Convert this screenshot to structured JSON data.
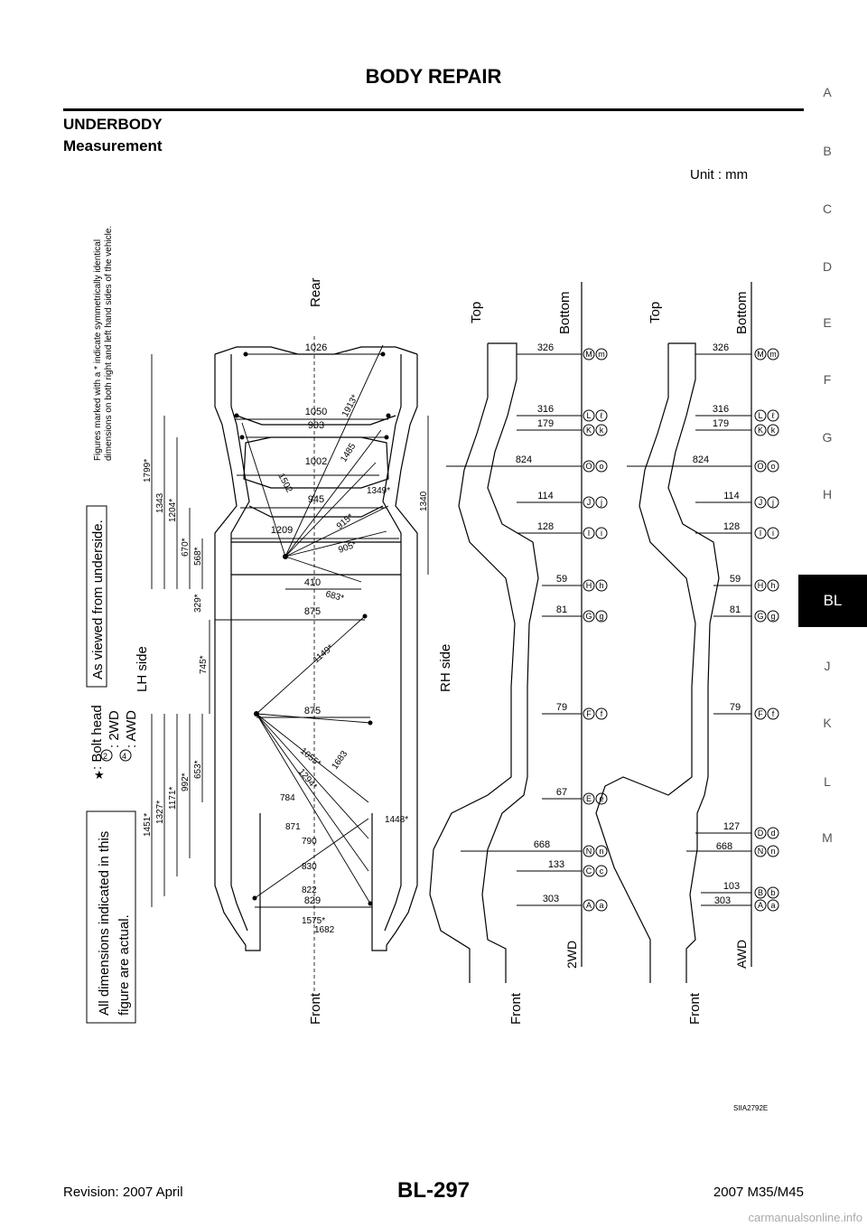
{
  "header": {
    "title": "BODY REPAIR"
  },
  "section": {
    "title": "UNDERBODY",
    "subtitle": "Measurement"
  },
  "figure": {
    "unit": "Unit : mm",
    "note_symmetric_1": "Figures  marked  with  a  *  indicate  symmetrically  identical",
    "note_symmetric_2": "dimensions on both right and left hand sides of the vehicle.",
    "note_underside": "As viewed from underside.",
    "note_actual_1": "All dimensions indicated in this",
    "note_actual_2": "figure are actual.",
    "legend_bolt": ": Bolt head",
    "legend_2wd": ": 2WD",
    "legend_awd": ": AWD",
    "lh_side": "LH side",
    "rh_side": "RH side",
    "rear": "Rear",
    "front": "Front",
    "top": "Top",
    "bottom": "Bottom",
    "label_2wd": "2WD",
    "label_awd": "AWD",
    "code": "SIIA2792E",
    "plan_widths": [
      "1026",
      "1050",
      "903",
      "1002",
      "945",
      "1209",
      "410",
      "875",
      "875",
      "829"
    ],
    "plan_lengths": [
      "1799*",
      "1343",
      "1204*",
      "670*",
      "568*",
      "329*",
      "745*",
      "1451*",
      "1327*",
      "1171*",
      "992*",
      "653*",
      "1340"
    ],
    "plan_diagonals": [
      "1913*",
      "1485",
      "1502",
      "1349*",
      "915*",
      "905*",
      "683*",
      "1149*",
      "1055*",
      "1294*",
      "1683",
      "1448*",
      "1575*",
      "1682",
      "784",
      "790",
      "830",
      "822",
      "871"
    ],
    "side_2wd": [
      {
        "value": "326",
        "point": "M",
        "sub": "m"
      },
      {
        "value": "316",
        "point": "L",
        "sub": "ℓ"
      },
      {
        "value": "179",
        "point": "K",
        "sub": "k"
      },
      {
        "value": "824",
        "point": "O",
        "sub": "o"
      },
      {
        "value": "114",
        "point": "J",
        "sub": "j"
      },
      {
        "value": "128",
        "point": "I",
        "sub": "i"
      },
      {
        "value": "59",
        "point": "H",
        "sub": "h"
      },
      {
        "value": "81",
        "point": "G",
        "sub": "g"
      },
      {
        "value": "79",
        "point": "F",
        "sub": "f"
      },
      {
        "value": "67",
        "point": "E",
        "sub": "e"
      },
      {
        "value": "668",
        "point": "N",
        "sub": "n"
      },
      {
        "value": "133",
        "point": "C",
        "sub": "c"
      },
      {
        "value": "303",
        "point": "A",
        "sub": "a"
      }
    ],
    "side_awd": [
      {
        "value": "326",
        "point": "M",
        "sub": "m"
      },
      {
        "value": "316",
        "point": "L",
        "sub": "ℓ"
      },
      {
        "value": "179",
        "point": "K",
        "sub": "k"
      },
      {
        "value": "824",
        "point": "O",
        "sub": "o"
      },
      {
        "value": "114",
        "point": "J",
        "sub": "j"
      },
      {
        "value": "128",
        "point": "I",
        "sub": "i"
      },
      {
        "value": "59",
        "point": "H",
        "sub": "h"
      },
      {
        "value": "81",
        "point": "G",
        "sub": "g"
      },
      {
        "value": "79",
        "point": "F",
        "sub": "f"
      },
      {
        "value": "127",
        "point": "D",
        "sub": "d"
      },
      {
        "value": "668",
        "point": "N",
        "sub": "n"
      },
      {
        "value": "103",
        "point": "B",
        "sub": "b"
      },
      {
        "value": "303",
        "point": "A",
        "sub": "a"
      }
    ]
  },
  "side_tabs": [
    "A",
    "B",
    "C",
    "D",
    "E",
    "F",
    "G",
    "H",
    "BL",
    "J",
    "K",
    "L",
    "M"
  ],
  "footer": {
    "revision": "Revision: 2007 April",
    "page": "BL-297",
    "model": "2007 M35/M45",
    "site": "carmanualsonline.info"
  }
}
